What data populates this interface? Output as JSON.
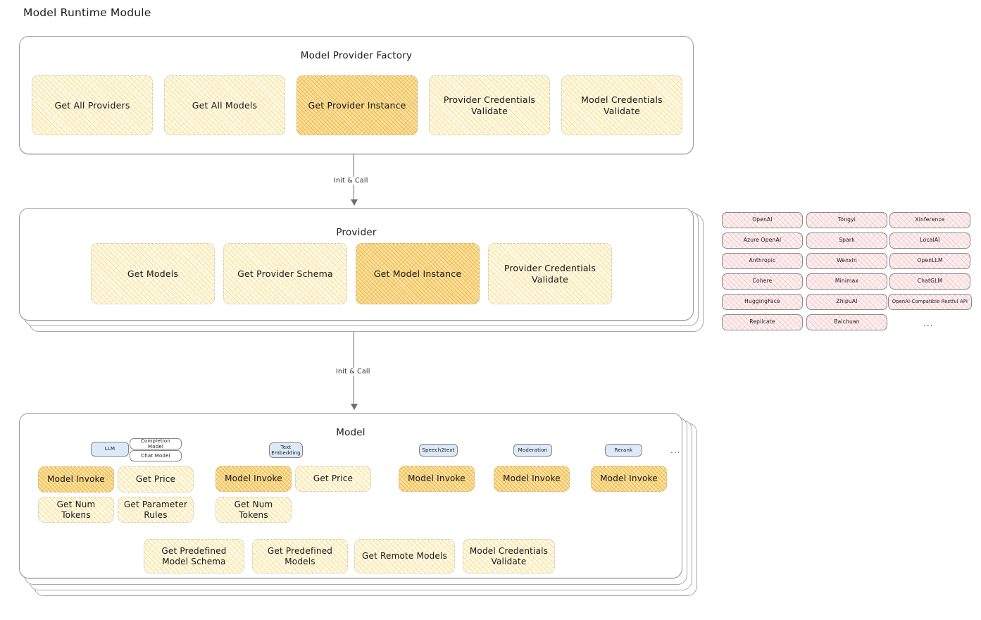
{
  "page": {
    "title": "Model Runtime Module"
  },
  "factory": {
    "title": "Model Provider Factory",
    "nodes": [
      {
        "label": "Get All Providers",
        "highlight": false
      },
      {
        "label": "Get All Models",
        "highlight": false
      },
      {
        "label": "Get Provider Instance",
        "highlight": true
      },
      {
        "label": "Provider Credentials Validate",
        "highlight": false
      },
      {
        "label": "Model Credentials Validate",
        "highlight": false
      }
    ]
  },
  "arrow_top": {
    "label": "Init & Call"
  },
  "provider": {
    "title": "Provider",
    "nodes": [
      {
        "label": "Get Models",
        "highlight": false
      },
      {
        "label": "Get Provider Schema",
        "highlight": false
      },
      {
        "label": "Get Model Instance",
        "highlight": true
      },
      {
        "label": "Provider Credentials Validate",
        "highlight": false
      }
    ]
  },
  "provider_list": {
    "columns": [
      [
        "OpenAI",
        "Azure OpenAI",
        "Anthropic",
        "Cohere",
        "HuggingFace",
        "Replicate"
      ],
      [
        "Tongyi",
        "Spark",
        "Wenxin",
        "Minimax",
        "ZhipuAI",
        "Baichuan"
      ],
      [
        "Xinference",
        "LocalAI",
        "OpenLLM",
        "ChatGLM",
        "OpenAI-Compatible Restful API"
      ]
    ],
    "more": "..."
  },
  "arrow_bottom": {
    "label": "Init & Call"
  },
  "model": {
    "title": "Model",
    "more": "...",
    "types": [
      {
        "badge": "LLM",
        "sub_badges": [
          "Completion Model",
          "Chat Model"
        ],
        "nodes": [
          {
            "label": "Model Invoke",
            "highlight": true
          },
          {
            "label": "Get Price",
            "highlight": false
          },
          {
            "label": "Get Num Tokens",
            "highlight": false
          },
          {
            "label": "Get Parameter Rules",
            "highlight": false
          }
        ]
      },
      {
        "badge": "Text Embedding",
        "sub_badges": [],
        "nodes": [
          {
            "label": "Model Invoke",
            "highlight": true
          },
          {
            "label": "Get Price",
            "highlight": false
          },
          {
            "label": "Get Num Tokens",
            "highlight": false
          }
        ]
      },
      {
        "badge": "Speech2text",
        "sub_badges": [],
        "nodes": [
          {
            "label": "Model Invoke",
            "highlight": true
          }
        ]
      },
      {
        "badge": "Moderation",
        "sub_badges": [],
        "nodes": [
          {
            "label": "Model Invoke",
            "highlight": true
          }
        ]
      },
      {
        "badge": "Rerank",
        "sub_badges": [],
        "nodes": [
          {
            "label": "Model Invoke",
            "highlight": true
          }
        ]
      }
    ],
    "common_nodes": [
      {
        "label": "Get Predefined Model Schema"
      },
      {
        "label": "Get Predefined Models"
      },
      {
        "label": "Get Remote Models"
      },
      {
        "label": "Model Credentials Validate"
      }
    ]
  },
  "colors": {
    "highlight_fill": "#fbe6b4",
    "node_fill": "#fdf9e6",
    "provider_chip_fill": "#fdf0f0",
    "badge_fill": "#dbeaf6",
    "outline": "#9a9a9e",
    "text": "#17171b"
  }
}
